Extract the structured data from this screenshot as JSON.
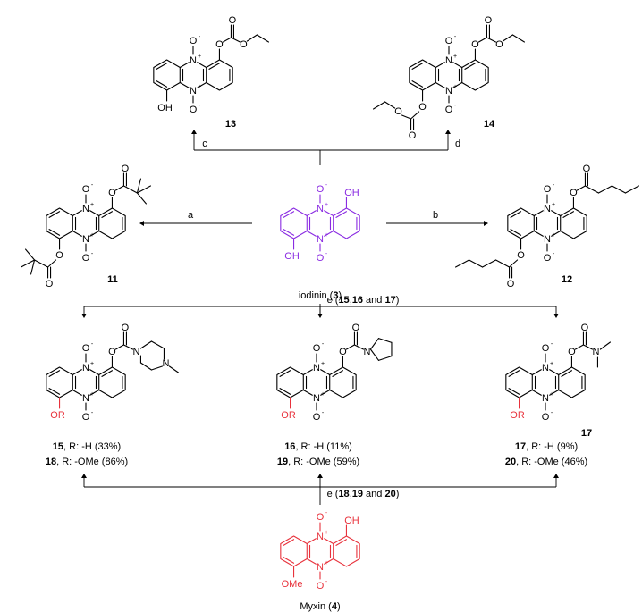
{
  "colors": {
    "black": "#000000",
    "iodinin": "#8a2be2",
    "myxin": "#e8323c",
    "substituent": "#e8323c"
  },
  "reagents": {
    "a": "a",
    "b": "b",
    "c": "c",
    "d": "d",
    "e_top": "e (",
    "e_top_nums": [
      "15",
      "16",
      "17"
    ],
    "e_top_and": "and",
    "e_bottom": "e (",
    "e_bottom_nums": [
      "18",
      "19",
      "20"
    ],
    "e_bottom_and": "and"
  },
  "compounds": {
    "c13": {
      "number": "13"
    },
    "c14": {
      "number": "14"
    },
    "c11": {
      "number": "11"
    },
    "c12": {
      "number": "12"
    },
    "c17": {
      "number": "17"
    },
    "iodinin": {
      "name": "iodinin (",
      "number": "3",
      "close": ")"
    },
    "myxin": {
      "name": "Myxin (",
      "number": "4",
      "close": ")"
    }
  },
  "yields": [
    {
      "id": "y15",
      "num": "15",
      "text": ", R: -H (33%)"
    },
    {
      "id": "y18",
      "num": "18",
      "text": ", R: -OMe (86%)"
    },
    {
      "id": "y16",
      "num": "16",
      "text": ", R: -H (11%)"
    },
    {
      "id": "y19",
      "num": "19",
      "text": ", R: -OMe (59%)"
    },
    {
      "id": "y17",
      "num": "17",
      "text": ", R: -H (9%)"
    },
    {
      "id": "y20",
      "num": "20",
      "text": ", R: -OMe (46%)"
    }
  ],
  "atoms": {
    "N": "N",
    "O": "O",
    "OH": "OH",
    "OR": "OR",
    "OMe": "OMe",
    "plus": "+",
    "minus": "-"
  }
}
